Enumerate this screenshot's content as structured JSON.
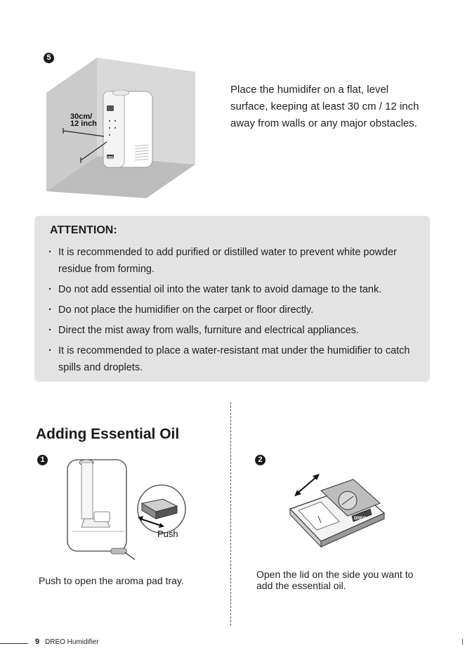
{
  "placement": {
    "step_marker": "5",
    "distance_label_line1": "30cm/",
    "distance_label_line2": "12 inch",
    "instruction": "Place the humidifer on a flat, level surface, keeping at least 30 cm / 12 inch away from walls or any major obstacles."
  },
  "attention": {
    "title": "ATTENTION:",
    "items": [
      "It is recommended to add purified or distilled water to prevent white powder residue from forming.",
      "Do not add essential oil into the water tank to avoid damage to the tank.",
      "Do not place the humidifier on the carpet or floor directly.",
      "Direct the mist away from walls, furniture and electrical appliances.",
      "It is recommended to place a water-resistant mat under the humidifier to catch spills and droplets."
    ]
  },
  "essential_oil": {
    "title": "Adding Essential Oil",
    "step1": {
      "marker": "1",
      "callout": "Push",
      "caption": "Push to open the aroma pad tray."
    },
    "step2": {
      "marker": "2",
      "caption": "Open the lid on the side you want to add the essential oil."
    }
  },
  "brand_label": "DREO",
  "footer": {
    "page_number": "9",
    "text": "DREO Humidifier"
  }
}
